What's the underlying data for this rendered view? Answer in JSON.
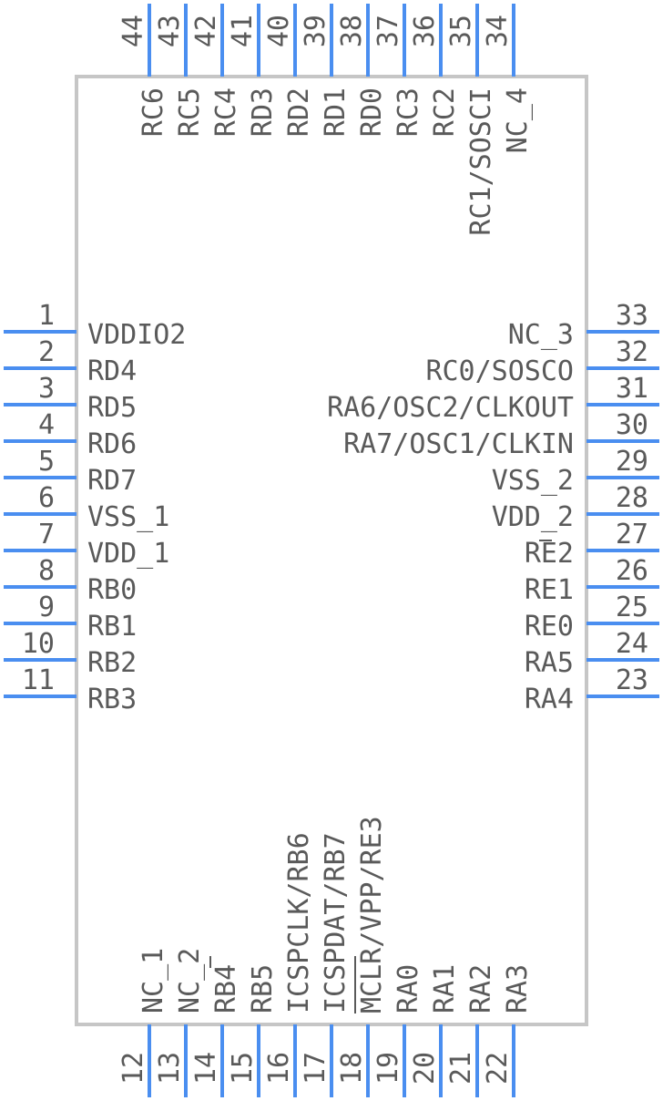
{
  "diagram": {
    "colors": {
      "pin": "#4a8ef0",
      "body": "#c6c6c6",
      "text": "#5a5a5a",
      "background": "#ffffff"
    },
    "left_pins": [
      {
        "number": "1",
        "name": "VDDIO2"
      },
      {
        "number": "2",
        "name": "RD4"
      },
      {
        "number": "3",
        "name": "RD5"
      },
      {
        "number": "4",
        "name": "RD6"
      },
      {
        "number": "5",
        "name": "RD7"
      },
      {
        "number": "6",
        "name": "VSS_1"
      },
      {
        "number": "7",
        "name": "VDD_1"
      },
      {
        "number": "8",
        "name": "RB0"
      },
      {
        "number": "9",
        "name": "RB1"
      },
      {
        "number": "10",
        "name": "RB2"
      },
      {
        "number": "11",
        "name": "RB3"
      }
    ],
    "bottom_pins": [
      {
        "number": "12",
        "name": "NC_1"
      },
      {
        "number": "13",
        "name": "NC_2"
      },
      {
        "number": "14",
        "name": "RB4"
      },
      {
        "number": "15",
        "name": "RB5"
      },
      {
        "number": "16",
        "name": "ICSPCLK/RB6"
      },
      {
        "number": "17",
        "name": "ICSPDAT/RB7"
      },
      {
        "number": "18",
        "name": "MCLR/VPP/RE3"
      },
      {
        "number": "19",
        "name": "RA0"
      },
      {
        "number": "20",
        "name": "RA1"
      },
      {
        "number": "21",
        "name": "RA2"
      },
      {
        "number": "22",
        "name": "RA3"
      }
    ],
    "right_pins": [
      {
        "number": "23",
        "name": "RA4"
      },
      {
        "number": "24",
        "name": "RA5"
      },
      {
        "number": "25",
        "name": "RE0"
      },
      {
        "number": "26",
        "name": "RE1"
      },
      {
        "number": "27",
        "name": "RE2"
      },
      {
        "number": "28",
        "name": "VDD_2"
      },
      {
        "number": "29",
        "name": "VSS_2"
      },
      {
        "number": "30",
        "name": "RA7/OSC1/CLKIN"
      },
      {
        "number": "31",
        "name": "RA6/OSC2/CLKOUT"
      },
      {
        "number": "32",
        "name": "RC0/SOSCO"
      },
      {
        "number": "33",
        "name": "NC_3"
      }
    ],
    "top_pins": [
      {
        "number": "34",
        "name": "NC_4"
      },
      {
        "number": "35",
        "name": "RC1/SOSCI"
      },
      {
        "number": "36",
        "name": "RC2"
      },
      {
        "number": "37",
        "name": "RC3"
      },
      {
        "number": "38",
        "name": "RD0"
      },
      {
        "number": "39",
        "name": "RD1"
      },
      {
        "number": "40",
        "name": "RD2"
      },
      {
        "number": "41",
        "name": "RD3"
      },
      {
        "number": "42",
        "name": "RC4"
      },
      {
        "number": "43",
        "name": "RC5"
      },
      {
        "number": "44",
        "name": "RC6"
      }
    ]
  }
}
